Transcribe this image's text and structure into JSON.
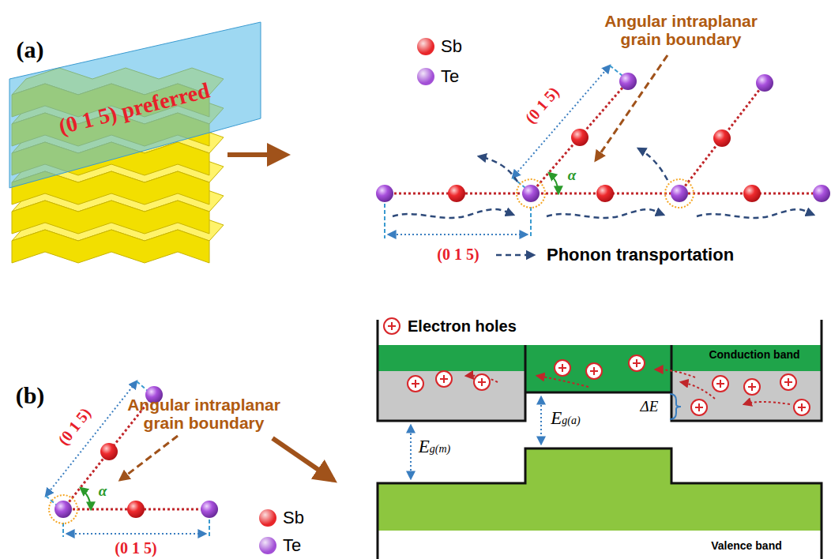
{
  "diagram": {
    "labels": [
      "(a)",
      "(0 1 5) preferred",
      "Angular intraplanar grain boundary",
      "(0 1 5)",
      "α",
      "(0 1 5)",
      "(b)",
      "Angular intraplanar grain boundary",
      "(0 1 5)",
      "α",
      "(0 1 5)",
      "Conduction band",
      "Eg(m)",
      "Eg(a)",
      "ΔE",
      "Valence band"
    ],
    "legend": [
      {
        "text": "Sb",
        "color": "#e8262a"
      },
      {
        "text": "Te",
        "color": "#a24fd6"
      },
      {
        "text": "Phonon transportation"
      },
      {
        "text": "Electron holes"
      },
      {
        "text": "Sb",
        "color": "#e8262a"
      },
      {
        "text": "Te",
        "color": "#a24fd6"
      }
    ]
  }
}
